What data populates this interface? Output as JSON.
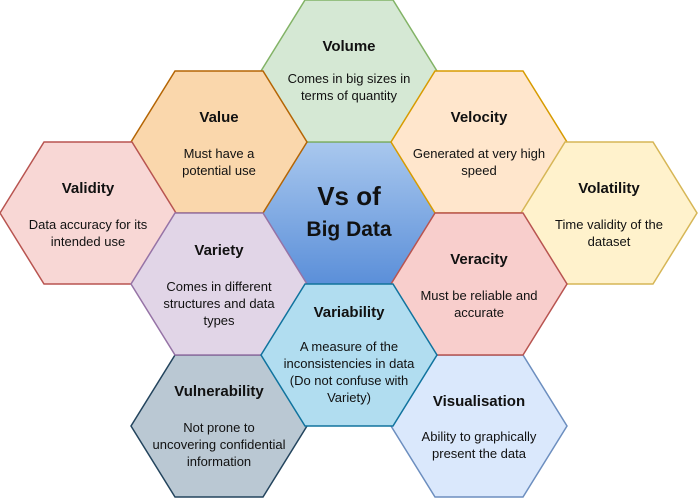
{
  "center": {
    "title": "Vs of",
    "subtitle": "Big Data",
    "colors": {
      "top": "#a9c8ee",
      "bottom": "#5b8fd9",
      "stroke": "#6c8ebf"
    }
  },
  "hexes": [
    {
      "id": "volume",
      "title": "Volume",
      "lines": [
        "Comes in big sizes in",
        "terms of quantity"
      ],
      "fill": "#d5e8d4",
      "stroke": "#82b366"
    },
    {
      "id": "value",
      "title": "Value",
      "lines": [
        "Must have a",
        "potential use"
      ],
      "fill": "#fad7ac",
      "stroke": "#b46504"
    },
    {
      "id": "velocity",
      "title": "Velocity",
      "lines": [
        "Generated at very high",
        "speed"
      ],
      "fill": "#ffe6cc",
      "stroke": "#d79b00"
    },
    {
      "id": "validity",
      "title": "Validity",
      "lines": [
        "Data accuracy for its",
        "intended use"
      ],
      "fill": "#f8d7d5",
      "stroke": "#b85450"
    },
    {
      "id": "volatility",
      "title": "Volatility",
      "lines": [
        "Time validity of the",
        "dataset"
      ],
      "fill": "#fff2cc",
      "stroke": "#d6b656"
    },
    {
      "id": "variety",
      "title": "Variety",
      "lines": [
        "Comes in different",
        "structures and data",
        "types"
      ],
      "fill": "#e1d5e7",
      "stroke": "#9673a6"
    },
    {
      "id": "veracity",
      "title": "Veracity",
      "lines": [
        "Must be reliable and",
        "accurate"
      ],
      "fill": "#f8cecc",
      "stroke": "#b85450"
    },
    {
      "id": "variability",
      "title": "Variability",
      "lines": [
        "A measure of the",
        "inconsistencies in data",
        "(Do not confuse with",
        "Variety)"
      ],
      "fill": "#b1ddf0",
      "stroke": "#10739e"
    },
    {
      "id": "vulnerability",
      "title": "Vulnerability",
      "lines": [
        "Not prone to",
        "uncovering confidential",
        "information"
      ],
      "fill": "#bac8d3",
      "stroke": "#23445d"
    },
    {
      "id": "visualisation",
      "title": "Visualisation",
      "lines": [
        "Ability to graphically",
        "present the data"
      ],
      "fill": "#dae8fc",
      "stroke": "#6c8ebf"
    }
  ]
}
